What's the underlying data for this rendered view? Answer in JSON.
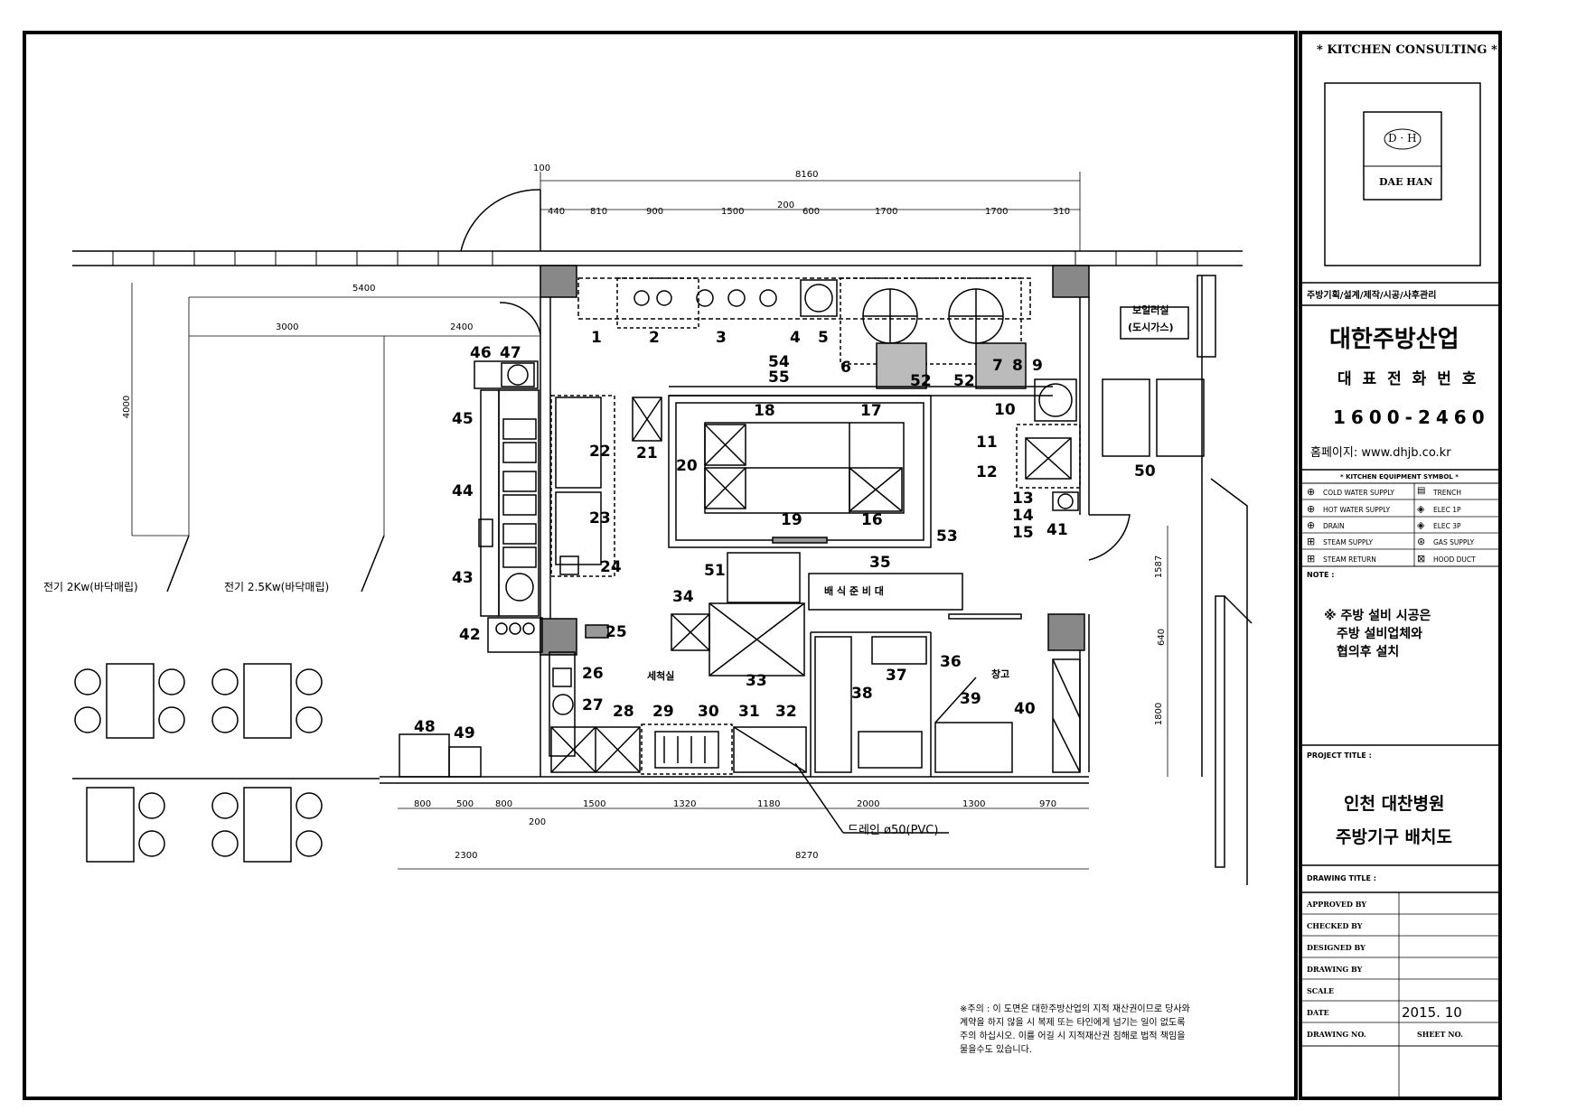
{
  "drawing": {
    "top_dims": [
      "100",
      "8160",
      "440",
      "810",
      "900",
      "1500",
      "200",
      "600",
      "1700",
      "1700",
      "310"
    ],
    "left_dims": [
      "5400",
      "3000",
      "2400",
      "4000"
    ],
    "right_dims": [
      "1587",
      "640",
      "1800"
    ],
    "bottom_dims_row1": [
      "800",
      "500",
      "800",
      "1500",
      "1320",
      "1180",
      "2000",
      "1300",
      "970"
    ],
    "bottom_dims_200": "200",
    "bottom_dims_row2": [
      "2300",
      "8270"
    ],
    "elec_labels": [
      "전기 2Kw(바닥매립)",
      "전기 2.5Kw(바닥매립)"
    ],
    "room_labels": {
      "boiler": "보일러실",
      "boiler_sub": "(도시가스)",
      "washroom": "세척실",
      "storage": "창고",
      "counter": "배 식 준 비 대",
      "drain": "드레인 ø50(PVC)"
    },
    "item_numbers": [
      "1",
      "2",
      "3",
      "4",
      "5",
      "6",
      "7",
      "8",
      "9",
      "10",
      "11",
      "12",
      "13",
      "14",
      "15",
      "16",
      "17",
      "18",
      "19",
      "20",
      "21",
      "22",
      "23",
      "24",
      "25",
      "26",
      "27",
      "28",
      "29",
      "30",
      "31",
      "32",
      "33",
      "34",
      "35",
      "36",
      "37",
      "38",
      "39",
      "40",
      "41",
      "42",
      "43",
      "44",
      "45",
      "46",
      "47",
      "48",
      "49",
      "50",
      "51",
      "52",
      "52",
      "53",
      "54",
      "55"
    ],
    "notice": [
      "※주의 : 이 도면은 대한주방산업의 지적 재산권이므로 당사와",
      "계약을 하지 않을 시 복제 또는 타인에게 넘기는 일이 없도록",
      "주의 하십시오. 이를 어길 시 지적재산권 침해로 법적 책임을",
      "물을수도 있습니다."
    ]
  },
  "title_block": {
    "header": "* KITCHEN CONSULTING *",
    "logo_mark": "D · H",
    "logo_text": "DAE HAN",
    "services": "주방기획/설계/제작/시공/사후관리",
    "company": "대한주방산업",
    "phone_label": "대 표 전 화 번 호",
    "phone": "1600-2460",
    "homepage": "홈페이지: www.dhjb.co.kr",
    "symbol_title": "* KITCHEN EQUIPMENT SYMBOL *",
    "symbols": [
      {
        "icon": "cross-circle-icon",
        "label": "COLD WATER SUPPLY"
      },
      {
        "icon": "trench-icon",
        "label": "TRENCH"
      },
      {
        "icon": "cross-circle-icon",
        "label": "HOT WATER SUPPLY"
      },
      {
        "icon": "diamond-icon",
        "label": "ELEC 1P"
      },
      {
        "icon": "cross-circle-icon",
        "label": "DRAIN"
      },
      {
        "icon": "diamond-icon",
        "label": "ELEC 3P"
      },
      {
        "icon": "square-cross-icon",
        "label": "STEAM SUPPLY"
      },
      {
        "icon": "gas-icon",
        "label": "GAS SUPPLY"
      },
      {
        "icon": "square-cross-icon",
        "label": "STEAM RETURN"
      },
      {
        "icon": "box-x-icon",
        "label": "HOOD DUCT"
      }
    ],
    "note_label": "NOTE :",
    "note_lines": [
      "※ 주방 설비 시공은",
      "주방 설비업체와",
      "협의후 설치"
    ],
    "project_label": "PROJECT TITLE :",
    "project_lines": [
      "인천 대찬병원",
      "주방기구 배치도"
    ],
    "drawing_title_label": "DRAWING TITLE :",
    "rows": [
      "APPROVED BY",
      "CHECKED BY",
      "DESIGNED BY",
      "DRAWING BY",
      "SCALE",
      "DATE",
      "DRAWING NO."
    ],
    "date_value": "2015. 10",
    "sheet_no_label": "SHEET NO."
  }
}
